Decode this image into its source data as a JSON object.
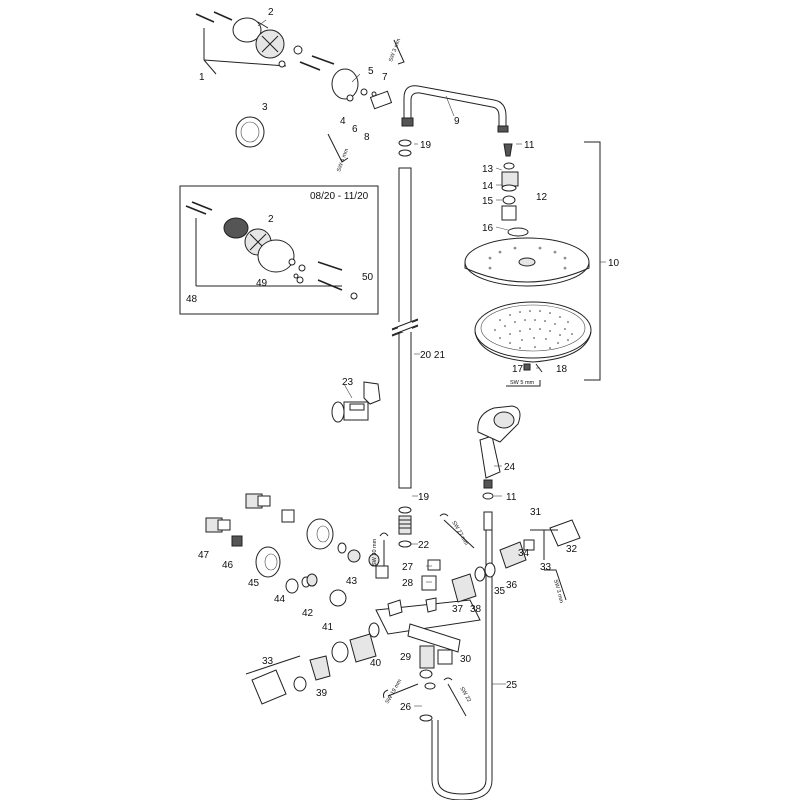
{
  "diagram": {
    "callouts": {
      "c1": "1",
      "c2": "2",
      "c3": "3",
      "c4": "4",
      "c5": "5",
      "c6": "6",
      "c7": "7",
      "c8": "8",
      "c9": "9",
      "c10": "10",
      "c11a": "11",
      "c11b": "11",
      "c12": "12",
      "c13": "13",
      "c14": "14",
      "c15": "15",
      "c16": "16",
      "c17": "17",
      "c18": "18",
      "c19a": "19",
      "c19b": "19",
      "c20_21": "20 21",
      "c22": "22",
      "c23": "23",
      "c24": "24",
      "c25": "25",
      "c26": "26",
      "c27": "27",
      "c28": "28",
      "c29": "29",
      "c30": "30",
      "c31": "31",
      "c32": "32",
      "c33a": "33",
      "c33b": "33",
      "c34": "34",
      "c35": "35",
      "c36": "36",
      "c37": "37",
      "c38": "38",
      "c39": "39",
      "c40": "40",
      "c41": "41",
      "c42": "42",
      "c43": "43",
      "c44": "44",
      "c45": "45",
      "c46": "46",
      "c47": "47",
      "c48": "48",
      "c49": "49",
      "c50": "50",
      "c2b": "2"
    },
    "inset_date": "08/20 - 11/20",
    "tool_labels": {
      "sw3_top": "SW 3 mm",
      "sw4": "SW 4 mm",
      "sw5": "SW 5 mm",
      "sw27": "SW 27 mm",
      "sw30": "SW 30 mm",
      "sw3_right": "SW 3 mm",
      "sw19": "SW 19 mm",
      "sw22": "SW 22"
    }
  }
}
